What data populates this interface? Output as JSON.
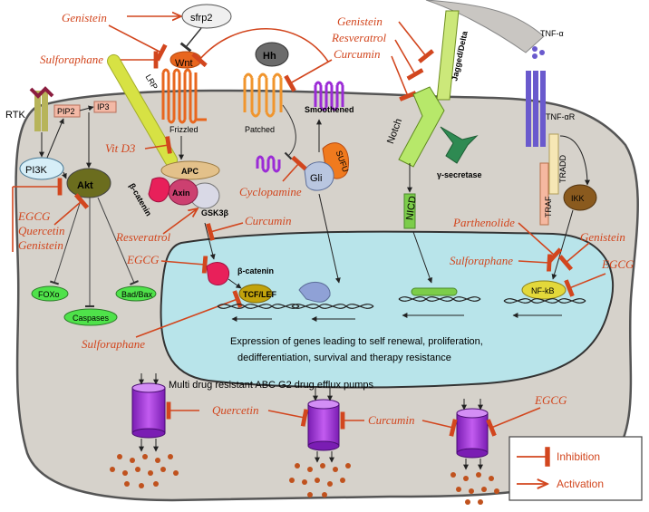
{
  "colors": {
    "inhibitor": "#d2461e",
    "cell": "#d6d2cb",
    "nucleus": "#b8e4ea",
    "cytoplasm_edge": "#555555",
    "wnt": "#e8661e",
    "akt": "#6b6d1e",
    "pump": "#9b2bd6",
    "dots": "#c0521e"
  },
  "nodes": {
    "rtk": "RTK",
    "pip2": "PIP2",
    "ip3": "IP3",
    "pi3k": "PI3K",
    "akt": "Akt",
    "foxo": "FOXo",
    "caspases": "Caspases",
    "bad_bax": "Bad/Bax",
    "sfrp2": "sfrp2",
    "wnt": "Wnt",
    "lrp": "LRP",
    "frizzled": "Frizzled",
    "apc": "APC",
    "axin": "Axin",
    "beta_catenin_cyto": "β-catenin",
    "gsk3b": "GSK3β",
    "beta_catenin_nuc": "β-catenin",
    "tcf_lef": "TCF/LEF",
    "hh": "Hh",
    "patched": "Patched",
    "smoothened": "Smoothened",
    "sufu": "SUFU",
    "gli": "Gli",
    "jagged_delta": "Jagged/Delta",
    "notch": "Notch",
    "gamma_secretase": "γ-secretase",
    "nicd": "NICD",
    "tnf_alpha": "TNF-α",
    "tnf_alpha_r": "TNF-αR",
    "tradd": "TRADD",
    "traf": "TRAF",
    "ikk": "IKK",
    "nf_kb": "NF-kB"
  },
  "agents": {
    "genistein_top_left": "Genistein",
    "sulforaphane_wnt": "Sulforaphane",
    "vitd3": "Vit D3",
    "egcg_akt": "EGCG",
    "quercetin_akt": "Quercetin",
    "genistein_akt": "Genistein",
    "resveratrol_left": "Resveratrol",
    "egcg_left": "EGCG",
    "sulforaphane_bottom": "Sulforaphane",
    "curcumin_mid": "Curcumin",
    "cyclopamine": "Cyclopamine",
    "genistein_top_right": "Genistein",
    "resveratrol_top_right": "Resveratrol",
    "curcumin_top_right": "Curcumin",
    "parthenolide": "Parthenolide",
    "genistein_right": "Genistein",
    "sulforaphane_right": "Sulforaphane",
    "egcg_right": "EGCG",
    "quercetin_pump": "Quercetin",
    "curcumin_pump": "Curcumin",
    "egcg_pump": "EGCG"
  },
  "nucleus_text": {
    "line1": "Expression of genes leading to self renewal, proliferation,",
    "line2": "dedifferentiation, survival and therapy resistance"
  },
  "pumps_label": "Multi drug resistant ABC G2 drug efflux pumps",
  "legend": {
    "inhibition": "Inhibition",
    "activation": "Activation"
  }
}
